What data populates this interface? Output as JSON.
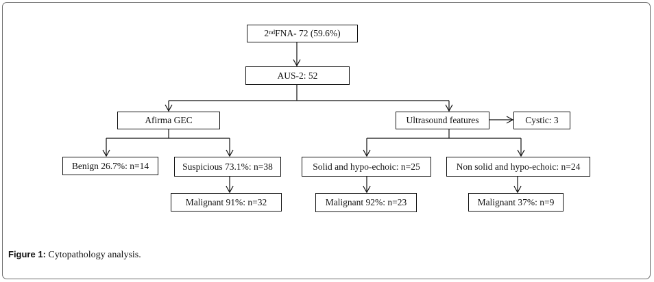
{
  "nodes": {
    "root": {
      "super": "nd",
      "prefix": "2",
      "text": " FNA- 72 (59.6%)"
    },
    "aus": "AUS-2: 52",
    "afirma": "Afirma GEC",
    "ultrasound": "Ultrasound features",
    "cystic": "Cystic: 3",
    "benign": "Benign 26.7%: n=14",
    "suspicious": "Suspicious 73.1%: n=38",
    "solid": "Solid and hypo-echoic: n=25",
    "nonsolid": "Non solid and hypo-echoic: n=24",
    "malignant_susp": "Malignant 91%: n=32",
    "malignant_solid": "Malignant 92%: n=23",
    "malignant_nonsolid": "Malignant 37%: n=9"
  },
  "caption": {
    "label": "Figure 1:",
    "text": " Cytopathology analysis."
  },
  "colors": {
    "line": "#111111",
    "frame": "#6b6b6b"
  }
}
